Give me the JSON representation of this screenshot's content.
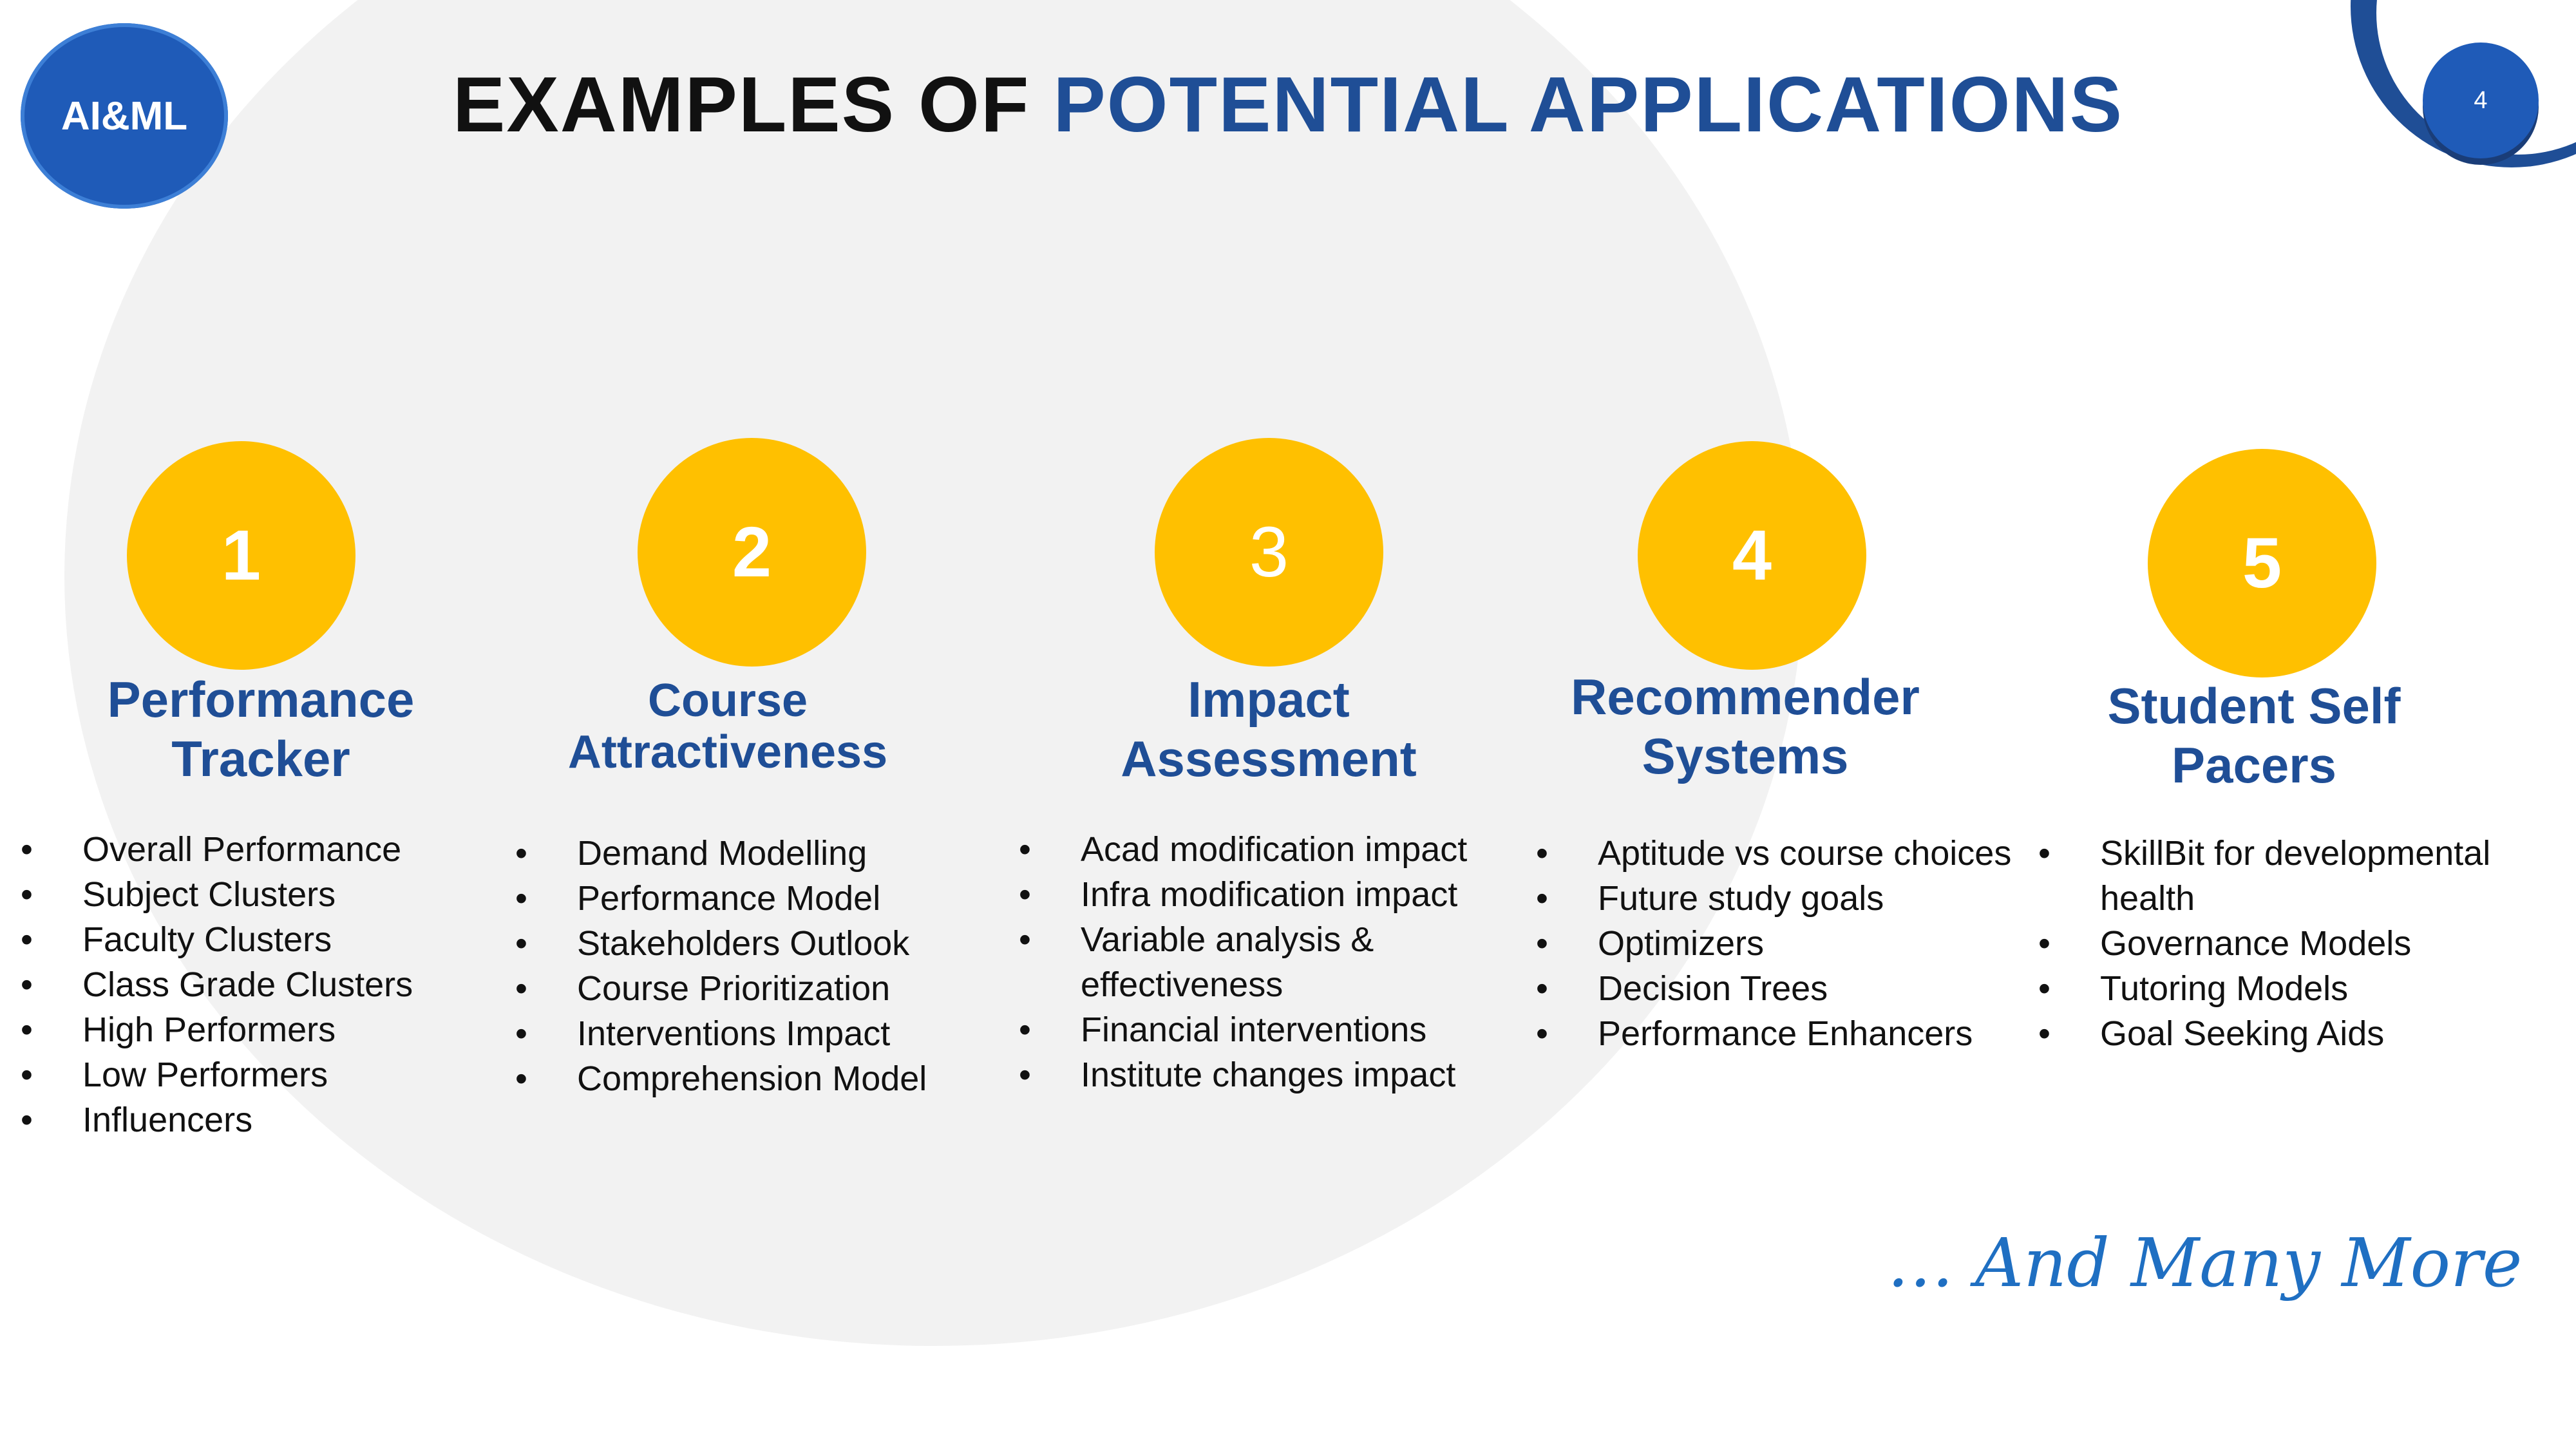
{
  "logo": {
    "text": "AI&ML"
  },
  "page_number": "4",
  "title": {
    "part1": "EXAMPLES OF ",
    "part2": "POTENTIAL APPLICATIONS"
  },
  "columns": [
    {
      "number": "1",
      "heading": [
        "Performance",
        "Tracker"
      ],
      "items": [
        "Overall Performance",
        "Subject Clusters",
        "Faculty Clusters",
        "Class Grade Clusters",
        "High Performers",
        "Low Performers",
        "Influencers"
      ]
    },
    {
      "number": "2",
      "heading": [
        "Course",
        "Attractiveness"
      ],
      "items": [
        "Demand Modelling",
        "Performance Model",
        "Stakeholders Outlook",
        "Course Prioritization",
        "Interventions Impact",
        "Comprehension Model"
      ]
    },
    {
      "number": "3",
      "heading": [
        "Impact",
        "Assessment"
      ],
      "items": [
        "Acad modification impact",
        "Infra modification impact",
        "Variable analysis & effectiveness",
        "Financial interventions",
        "Institute changes impact"
      ]
    },
    {
      "number": "4",
      "heading": [
        "Recommender",
        "Systems"
      ],
      "items": [
        "Aptitude vs course choices",
        "Future study goals",
        "Optimizers",
        "Decision Trees",
        "Performance Enhancers"
      ]
    },
    {
      "number": "5",
      "heading": [
        "Student Self",
        "Pacers"
      ],
      "items": [
        "SkillBit for developmental health",
        "Governance Models",
        "Tutoring Models",
        "Goal Seeking Aids"
      ]
    }
  ],
  "footer_note": "… And Many More"
}
